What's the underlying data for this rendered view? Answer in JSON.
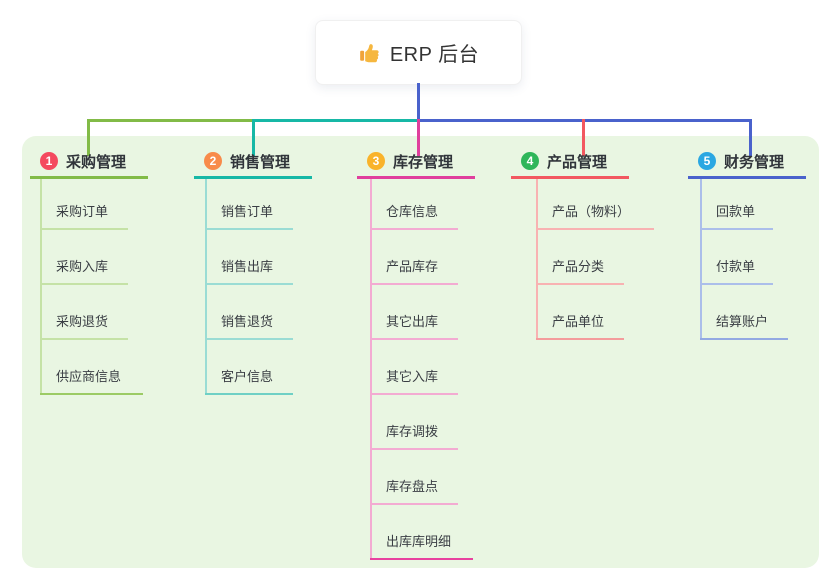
{
  "root": {
    "title": "ERP 后台",
    "icon": "thumbs-up-icon"
  },
  "branches": [
    {
      "badge": "1",
      "title": "采购管理",
      "badge_color": "#f4495e",
      "line_color": "#82bb47",
      "child_line_color": "#c5e2a6",
      "last_child_line_color": "#9ccb65",
      "children": [
        "采购订单",
        "采购入库",
        "采购退货",
        "供应商信息"
      ]
    },
    {
      "badge": "2",
      "title": "销售管理",
      "badge_color": "#f88b4a",
      "line_color": "#17b8a6",
      "child_line_color": "#9adcd4",
      "last_child_line_color": "#6fd0c5",
      "children": [
        "销售订单",
        "销售出库",
        "销售退货",
        "客户信息"
      ]
    },
    {
      "badge": "3",
      "title": "库存管理",
      "badge_color": "#f9b32b",
      "line_color": "#e03f9d",
      "child_line_color": "#f3abd2",
      "last_child_line_color": "#e8429f",
      "children": [
        "仓库信息",
        "产品库存",
        "其它出库",
        "其它入库",
        "库存调拨",
        "库存盘点",
        "出库库明细"
      ]
    },
    {
      "badge": "4",
      "title": "产品管理",
      "badge_color": "#2fb65a",
      "line_color": "#f25860",
      "child_line_color": "#f8b2b2",
      "last_child_line_color": "#f49c9c",
      "children": [
        "产品（物料）",
        "产品分类",
        "产品单位"
      ]
    },
    {
      "badge": "5",
      "title": "财务管理",
      "badge_color": "#2aa7e2",
      "line_color": "#4a62cc",
      "child_line_color": "#abbeea",
      "last_child_line_color": "#93a9e2",
      "children": [
        "回款单",
        "付款单",
        "结算账户"
      ]
    }
  ],
  "colors": {
    "canvas_bg": "#ffffff",
    "panel_bg": "#e9f6e2",
    "main_line": "#4a62cc",
    "root_text": "#333333",
    "branch_text": "#30343a",
    "child_text": "#3a3e44",
    "thumb_gold": "#f6b73f"
  }
}
